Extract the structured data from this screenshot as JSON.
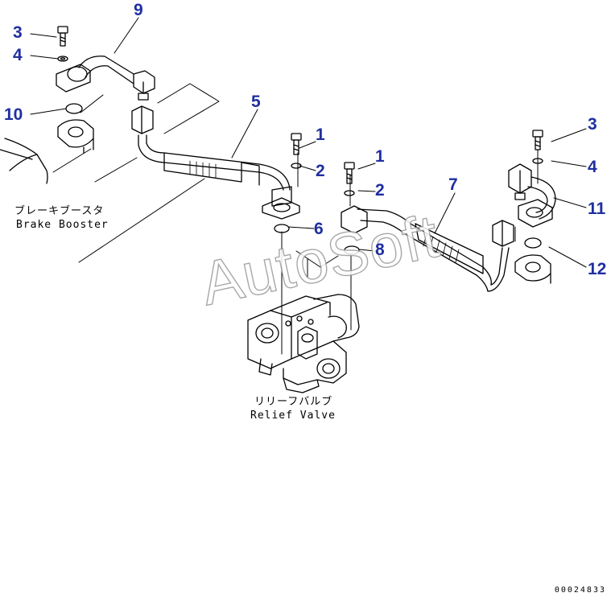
{
  "callouts": [
    {
      "id": "c9",
      "text": "9"
    },
    {
      "id": "c3a",
      "text": "3"
    },
    {
      "id": "c4a",
      "text": "4"
    },
    {
      "id": "c10",
      "text": "10"
    },
    {
      "id": "c5",
      "text": "5"
    },
    {
      "id": "c1a",
      "text": "1"
    },
    {
      "id": "c2a",
      "text": "2"
    },
    {
      "id": "c6",
      "text": "6"
    },
    {
      "id": "c1b",
      "text": "1"
    },
    {
      "id": "c2b",
      "text": "2"
    },
    {
      "id": "c8",
      "text": "8"
    },
    {
      "id": "c7",
      "text": "7"
    },
    {
      "id": "c3b",
      "text": "3"
    },
    {
      "id": "c4b",
      "text": "4"
    },
    {
      "id": "c11",
      "text": "11"
    },
    {
      "id": "c12",
      "text": "12"
    }
  ],
  "labels": {
    "brake_booster_jp": "ブレーキブースタ",
    "brake_booster_en": "Brake Booster",
    "relief_valve_jp": "リリーフバルブ",
    "relief_valve_en": "Relief Valve"
  },
  "doc_number": "00024833",
  "watermark": "AutoSoft",
  "colors": {
    "callout": "#1f2fa0",
    "linework": "#000000",
    "watermark_outline": "#9a9a9a"
  }
}
